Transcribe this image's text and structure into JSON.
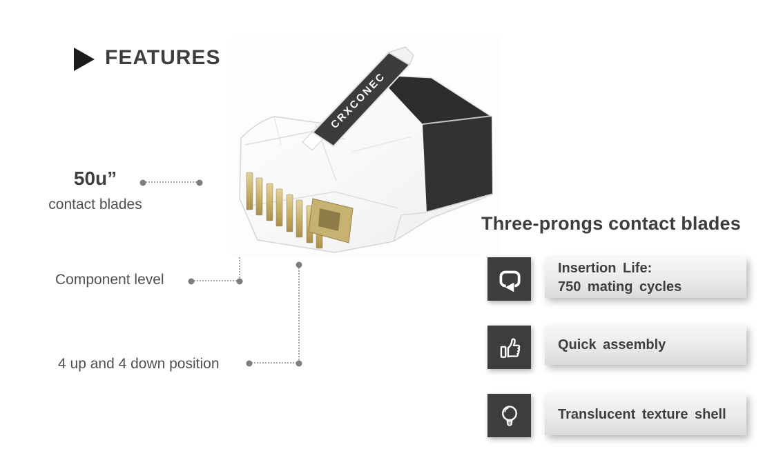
{
  "header": {
    "title": "FEATURES"
  },
  "callouts": {
    "blades": {
      "value": "50u”",
      "label": "contact blades"
    },
    "component": {
      "label": "Component level"
    },
    "position": {
      "label": "4 up and 4 down position"
    }
  },
  "product": {
    "brand": "CRXCONEC"
  },
  "panel": {
    "heading": "Three-prongs contact blades",
    "features": [
      {
        "icon": "loop-arrow-icon",
        "line1": "Insertion Life:",
        "line2": "750 mating cycles"
      },
      {
        "icon": "thumbs-up-icon",
        "line1": "Quick assembly",
        "line2": ""
      },
      {
        "icon": "light-bulb-icon",
        "line1": "Translucent texture shell",
        "line2": ""
      }
    ]
  },
  "colors": {
    "heading_text": "#3e3e3e",
    "label_text": "#4f4f4f",
    "icon_square": "#3d3d3d",
    "bar_gradient_top": "#f7f7f7",
    "bar_gradient_bottom": "#dadada",
    "leader_dot": "#7d7d7d",
    "gold_contact": "#c8b271",
    "triangle": "#1c1c1c"
  }
}
